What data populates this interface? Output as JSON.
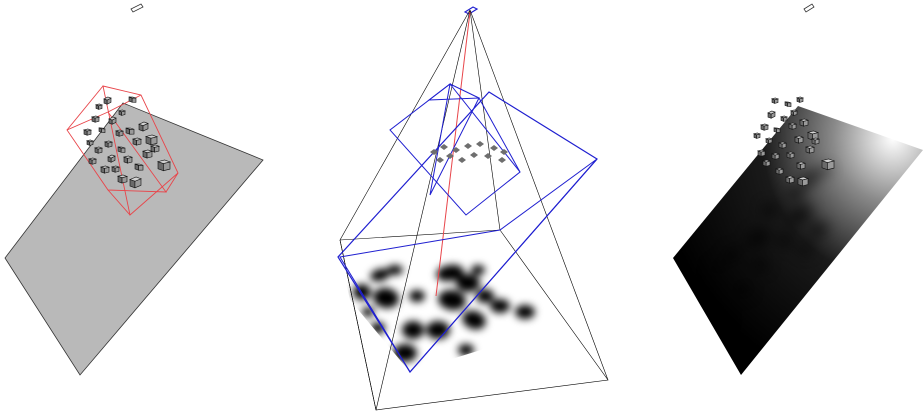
{
  "figure": {
    "panels": [
      {
        "id": "scene-setup",
        "light": "area-light",
        "frustum_color": "#e8454a",
        "ground_color": "#b9b9b9"
      },
      {
        "id": "shadow-projection",
        "light": "area-light",
        "ray_color": "#e8454a",
        "plane_color": "#1f1fd0",
        "frustum_color": "#000000"
      },
      {
        "id": "rendered-result",
        "light": "area-light",
        "ground_gradient": [
          "#ffffff",
          "#000000"
        ]
      }
    ]
  }
}
